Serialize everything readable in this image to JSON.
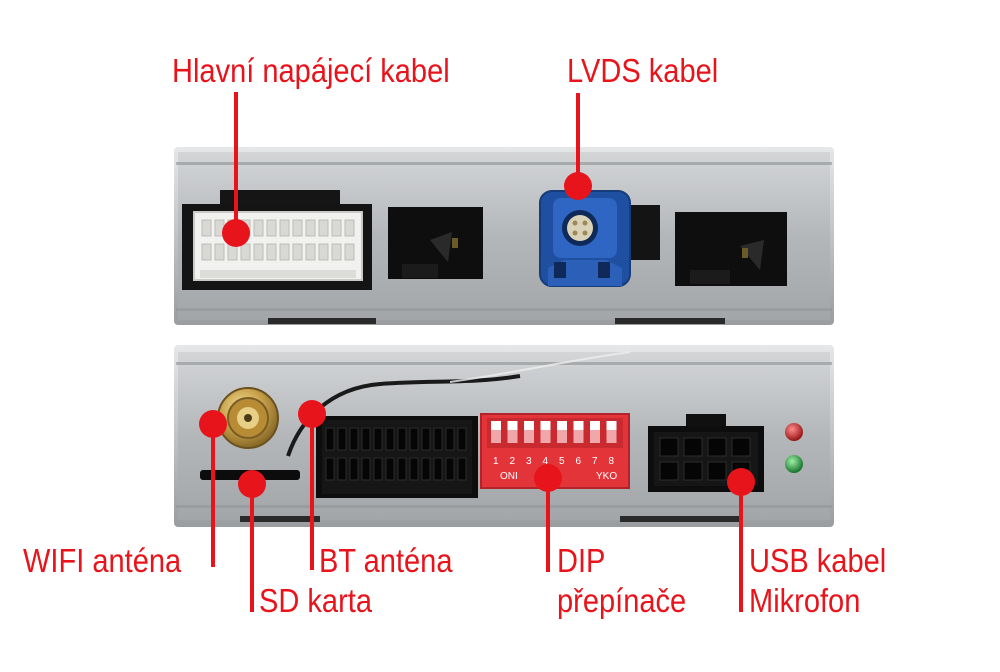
{
  "labels": {
    "main_power_cable": "Hlavní napájecí kabel",
    "lvds_cable": "LVDS kabel",
    "wifi_antenna": "WIFI anténa",
    "sd_card": "SD karta",
    "bt_antenna": "BT anténa",
    "dip_switch_line1": "DIP",
    "dip_switch_line2": "přepínače",
    "usb_cable": "USB kabel",
    "microphone": "Mikrofon"
  },
  "dip_switch": {
    "numbers": [
      "1",
      "2",
      "3",
      "4",
      "5",
      "6",
      "7",
      "8"
    ],
    "on_text": "ONI",
    "off_text": "YKO"
  },
  "colors": {
    "callout_red": "#e8141c",
    "housing_silver": "#b9bcbf",
    "dip_red": "#e3343a",
    "lvds_blue": "#2b5fb8",
    "led_red": "#c81818",
    "led_green": "#1fa43a"
  }
}
